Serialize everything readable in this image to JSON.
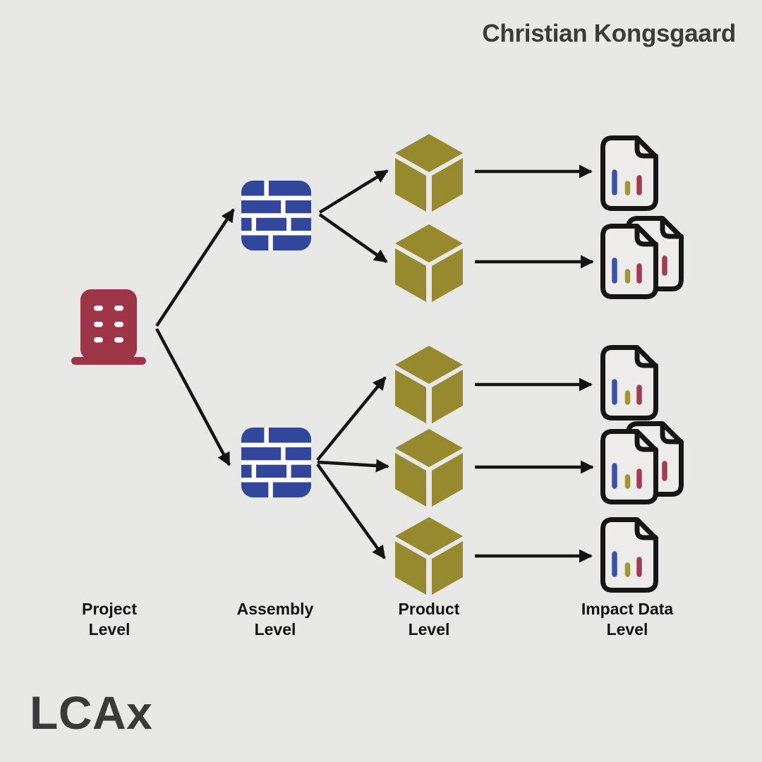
{
  "header": {
    "author": "Christian Kongsgaard"
  },
  "footer": {
    "logo": "LCAx"
  },
  "colors": {
    "background": "#e8e8e6",
    "project_red": "#9d3448",
    "assembly_blue": "#32479c",
    "product_olive": "#97892e",
    "outline_black": "#161616",
    "bar_blue": "#3a51ae",
    "bar_olive": "#a2953b",
    "bar_red": "#a23c52",
    "text_dark": "#3b3b3b"
  },
  "columns": [
    {
      "label_line1": "Project",
      "label_line2": "Level",
      "icon": "building-icon"
    },
    {
      "label_line1": "Assembly",
      "label_line2": "Level",
      "icon": "brick-wall-icon"
    },
    {
      "label_line1": "Product",
      "label_line2": "Level",
      "icon": "cube-icon"
    },
    {
      "label_line1": "Impact Data",
      "label_line2": "Level",
      "icon": "document-chart-icon"
    }
  ],
  "structure": {
    "project_nodes": 1,
    "assembly_nodes": 2,
    "product_nodes": 5,
    "impact_nodes": 5,
    "impact_node_types": [
      "single-document",
      "double-document",
      "single-document",
      "double-document",
      "single-document"
    ]
  }
}
